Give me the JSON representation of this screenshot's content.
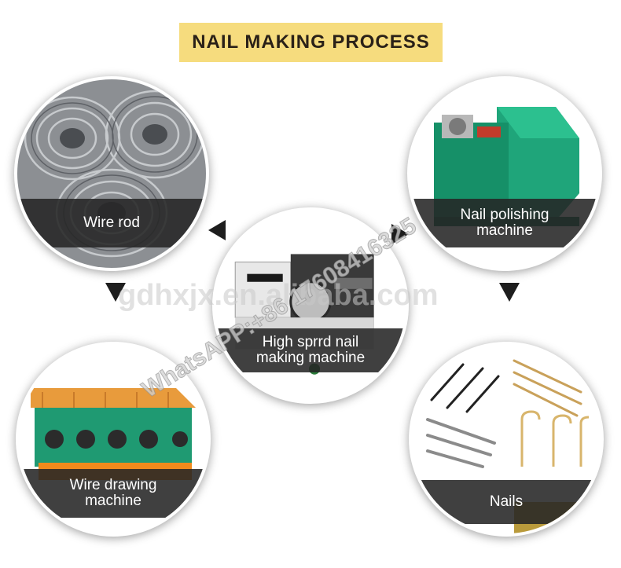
{
  "title": "NAIL MAKING PROCESS",
  "steps": {
    "wire_rod": "Wire rod",
    "polishing_line1": "Nail polishing",
    "polishing_line2": "machine",
    "high_speed_line1": "High sprrd nail",
    "high_speed_line2": "making machine",
    "drawing_line1": "Wire drawing",
    "drawing_line2": "machine",
    "nails": "Nails"
  },
  "watermark": {
    "site": "gdhxjx.en.alibaba.com",
    "contact": "WhatsAPP:+86 17608416325"
  },
  "colors": {
    "title_bg": "#f6dc7e",
    "band": "#262626",
    "machine_green": "#1fa57a",
    "machine_orange": "#f08a1c"
  }
}
